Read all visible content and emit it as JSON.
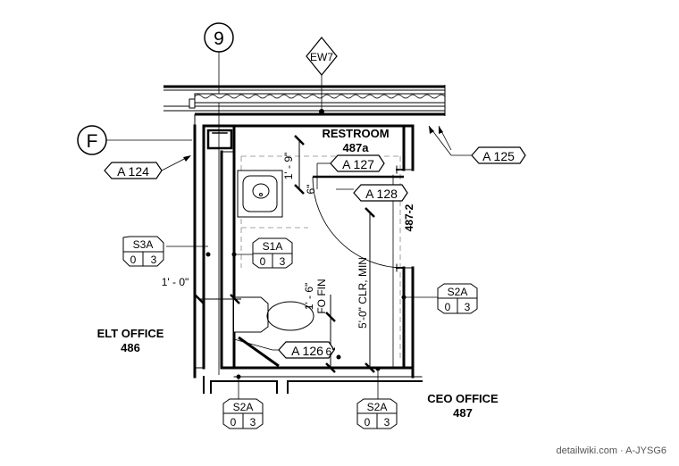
{
  "grid": {
    "col": "9",
    "row": "F"
  },
  "wall_tag": "EW7",
  "callouts": {
    "a124": "A 124",
    "a125": "A 125",
    "a126": "A 126",
    "a127": "A 127",
    "a128": "A 128"
  },
  "rooms": {
    "restroom_name": "RESTROOM",
    "restroom_num": "487a",
    "elt_name": "ELT OFFICE",
    "elt_num": "486",
    "ceo_name": "CEO OFFICE",
    "ceo_num": "487"
  },
  "door_tag": "487-2",
  "dims": {
    "d1": "1' - 9\"",
    "d2": "6\"",
    "d3": "1' - 0\"",
    "d4": "1' - 6\"",
    "d4b": "FO FIN",
    "clr": "5'-0\" CLR, MIN",
    "d5": "6\""
  },
  "partition_tags": {
    "s3a_left": {
      "type": "S3A",
      "a": "0",
      "b": "3"
    },
    "s1a": {
      "type": "S1A",
      "a": "0",
      "b": "3"
    },
    "s2a_right": {
      "type": "S2A",
      "a": "0",
      "b": "3"
    },
    "s2a_bottom_left": {
      "type": "S2A",
      "a": "0",
      "b": "3"
    },
    "s2a_bottom_mid": {
      "type": "S2A",
      "a": "0",
      "b": "3"
    }
  },
  "watermark": "detailwiki.com · A-JYSG6"
}
